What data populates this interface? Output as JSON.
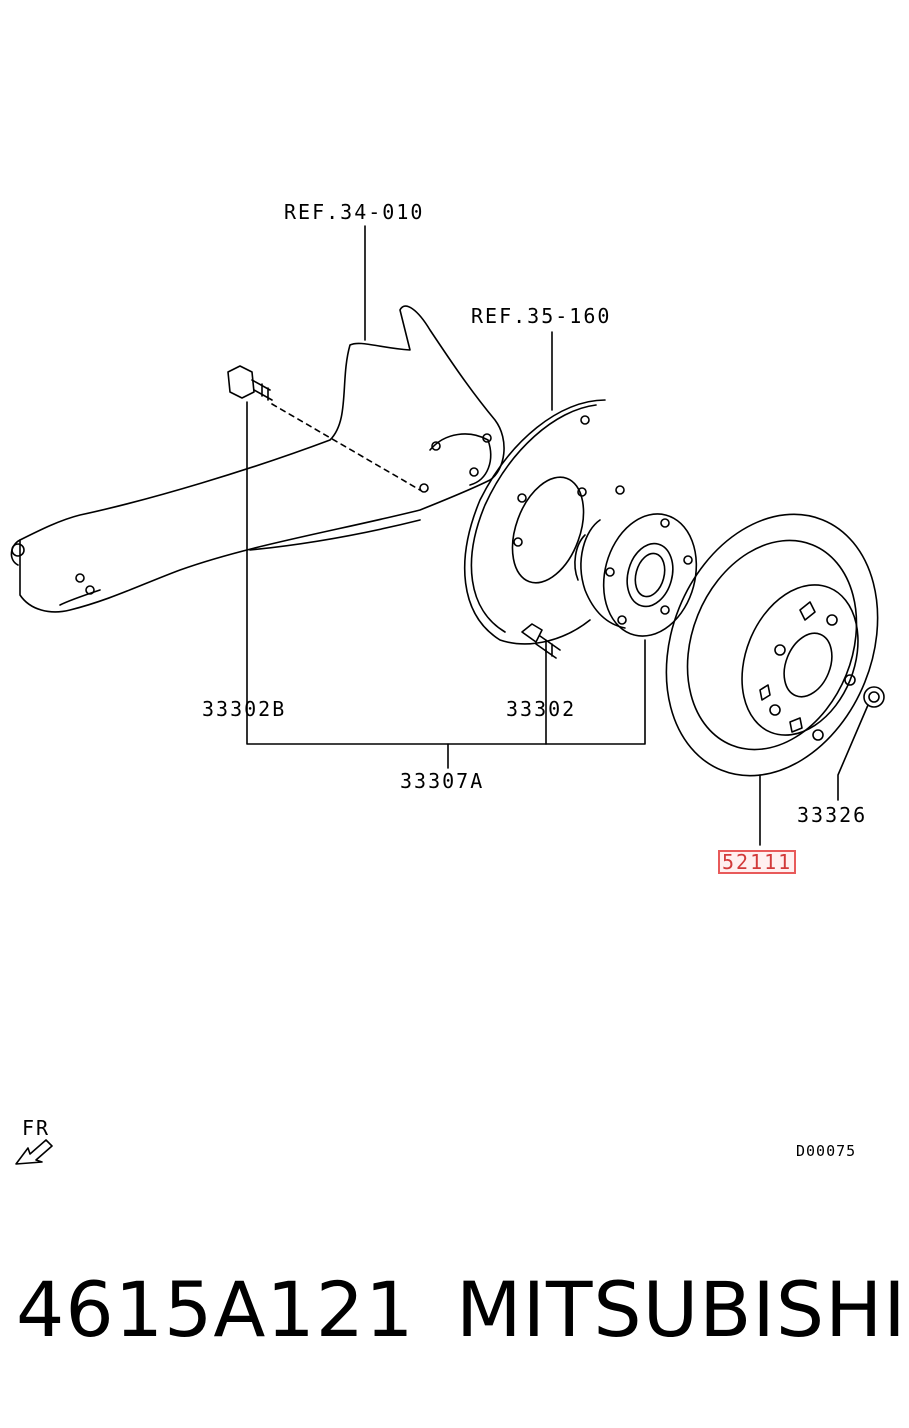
{
  "labels": {
    "ref_34": "REF.34-010",
    "ref_35": "REF.35-160",
    "part_33302B": "33302B",
    "part_33302": "33302",
    "part_33307A": "33307A",
    "part_33326": "33326",
    "part_52111": "52111",
    "fr": "FR",
    "drawing_code": "D00075"
  },
  "caption": {
    "part_number": "4615A121",
    "brand": "MITSUBISHI"
  },
  "colors": {
    "line": "#000000",
    "highlight": "#e85a5a"
  }
}
